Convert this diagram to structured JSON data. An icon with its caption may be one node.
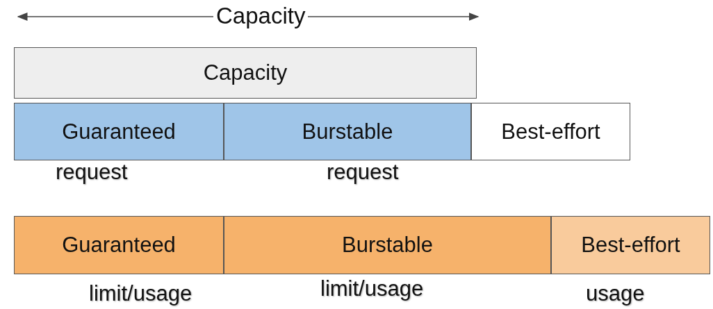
{
  "diagram": {
    "nodes": [
      {
        "text": [
          "Capacity"
        ]
      },
      {
        "text": [
          "Guaranteed"
        ],
        "beside": [
          "request"
        ]
      },
      {
        "text": [
          "Burstable"
        ],
        "beside": [
          "request"
        ]
      },
      {
        "text": [
          "Best-effort"
        ]
      },
      {
        "text": [
          "Guaranteed"
        ],
        "beside": [
          "limit/usage"
        ]
      },
      {
        "text": [
          "Burstable"
        ],
        "beside": [
          "limit/usage"
        ]
      },
      {
        "text": [
          "Best-effort"
        ],
        "beside": [
          "usage"
        ]
      }
    ],
    "labels": [
      "Capacity"
    ]
  }
}
